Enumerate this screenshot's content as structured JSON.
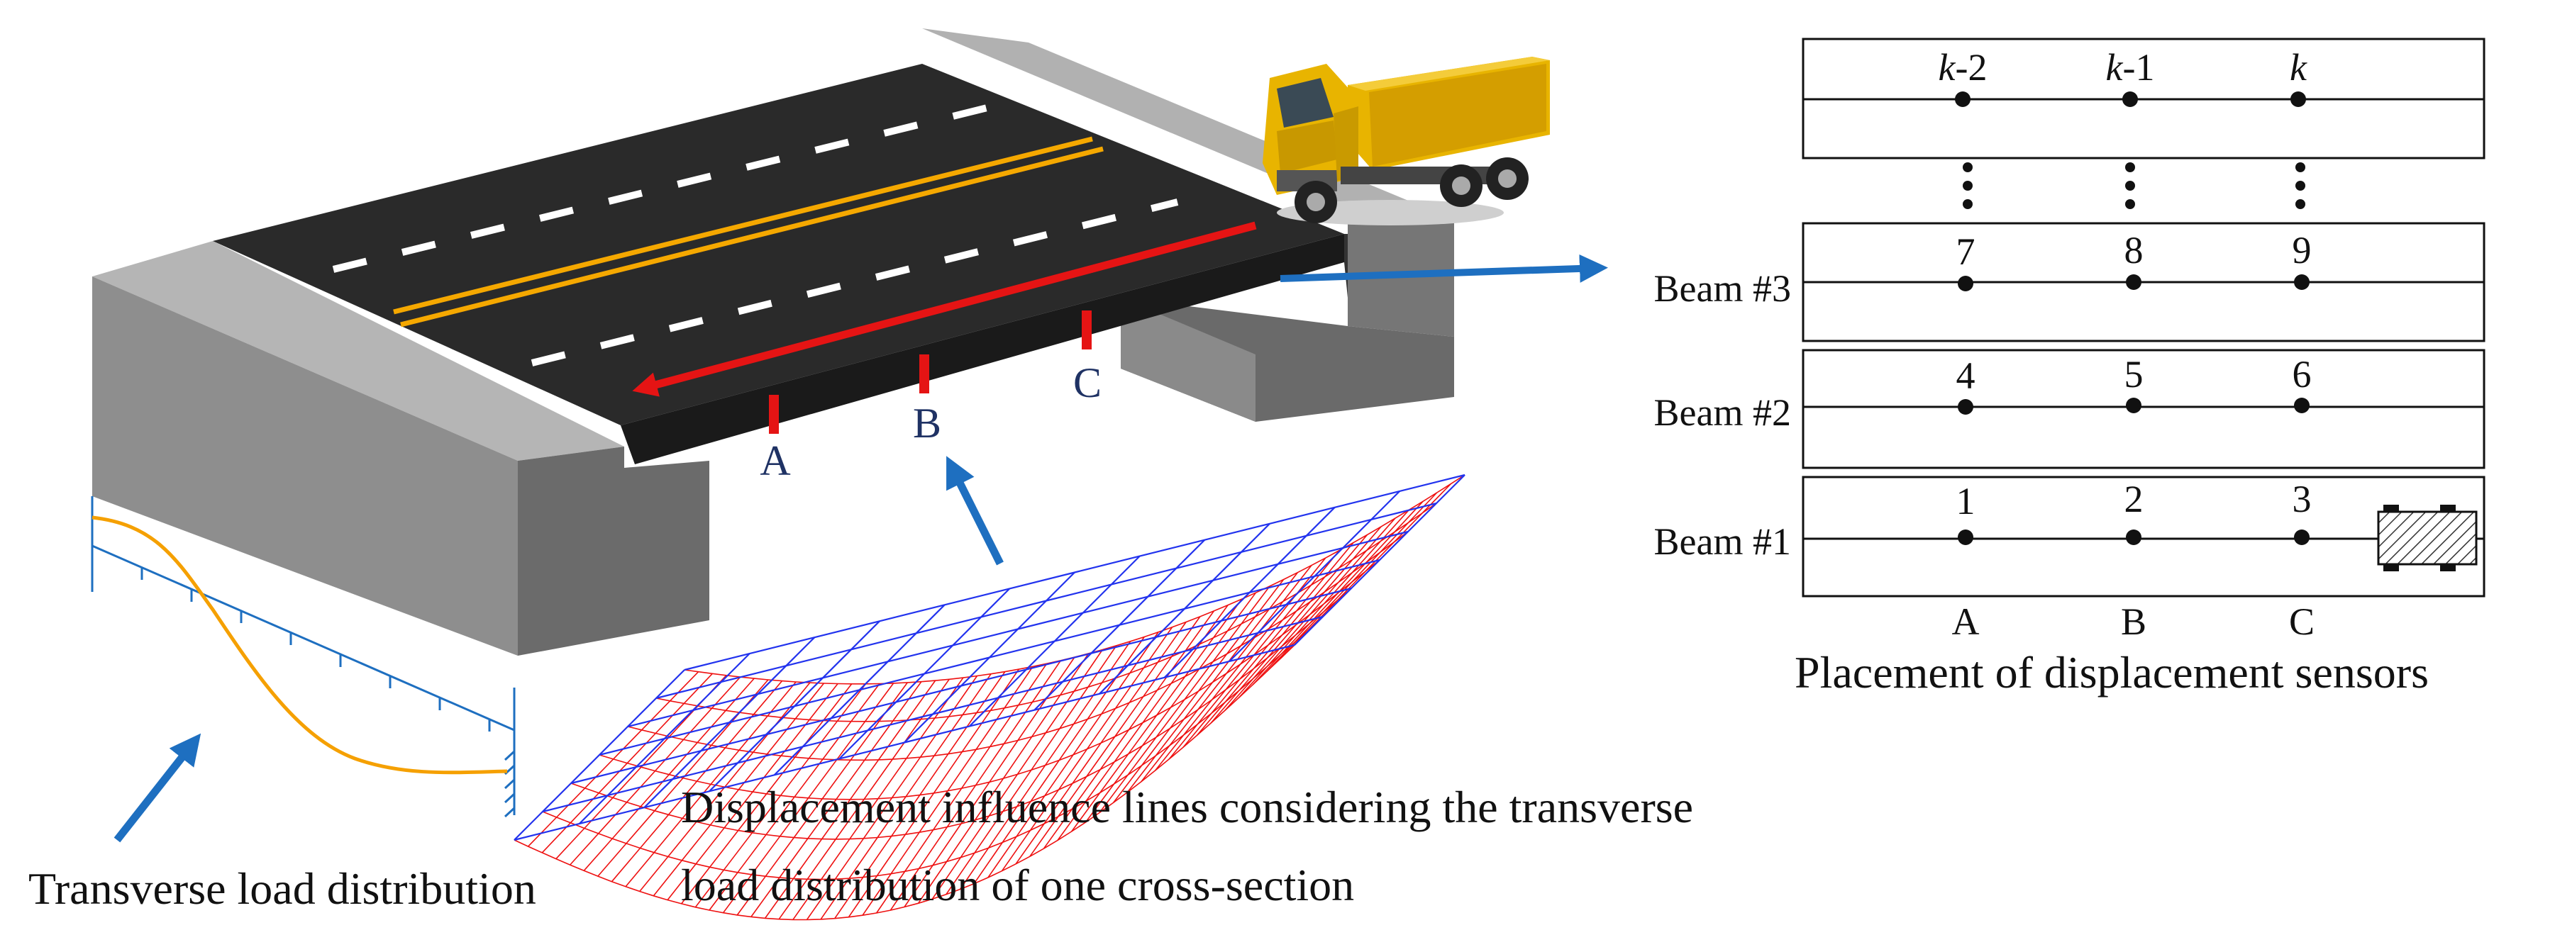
{
  "colors": {
    "road": "#2a2a2a",
    "concrete_light": "#9a9a9a",
    "concrete_mid": "#7e7e7e",
    "concrete_dark": "#5f5f5f",
    "lane_marking": "#ffffff",
    "center_line": "#f5a800",
    "accent_red": "#e51414",
    "accent_blue": "#1e6fc0",
    "label_navy": "#1f3264",
    "mesh_blue": "#2233ee",
    "mesh_red": "#ee1111",
    "curve_orange": "#f5a000",
    "truck_yellow": "#e8b400"
  },
  "bridge": {
    "section_labels": [
      "A",
      "B",
      "C"
    ]
  },
  "sensor_panel": {
    "beams": [
      {
        "label": "Beam #3",
        "sensors": [
          "7",
          "8",
          "9"
        ]
      },
      {
        "label": "Beam #2",
        "sensors": [
          "4",
          "5",
          "6"
        ]
      },
      {
        "label": "Beam #1",
        "sensors": [
          "1",
          "2",
          "3"
        ]
      }
    ],
    "top_row": [
      {
        "var": "k",
        "suffix": "-2"
      },
      {
        "var": "k",
        "suffix": "-1"
      },
      {
        "var": "k",
        "suffix": ""
      }
    ],
    "column_labels": [
      "A",
      "B",
      "C"
    ],
    "caption": "Placement of displacement sensors"
  },
  "captions": {
    "transverse": "Transverse load distribution",
    "influence_line_1": "Displacement influence lines considering the transverse",
    "influence_line_2": "load distribution of one cross-section"
  },
  "icons": [
    "dump-truck-icon",
    "vehicle-hatched-icon"
  ]
}
